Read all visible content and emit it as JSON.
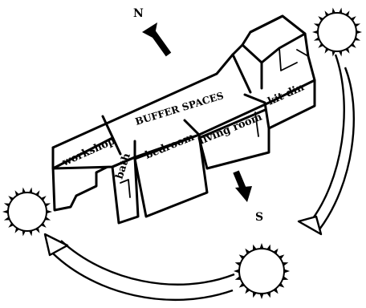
{
  "compass": {
    "north": "N",
    "south": "S"
  },
  "labels": {
    "buffer_spaces": "BUFFER SPACES",
    "workshop": "workshop",
    "bath": "bath",
    "bedroom": "bedroom",
    "living_room": "living room",
    "kit_din": "kit din"
  }
}
